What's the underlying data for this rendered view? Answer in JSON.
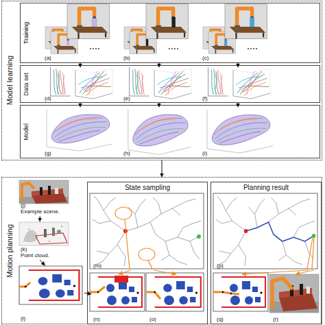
{
  "diagram": {
    "nodes": [
      {
        "text": [
          "Model learning"
        ]
      },
      {
        "text": [
          "Training"
        ],
        "in": 0
      },
      {
        "text": [
          "Data set"
        ],
        "in": 0
      },
      {
        "text": [
          "Model"
        ],
        "in": 0
      },
      {
        "text": [
          "Motion planning"
        ]
      },
      {
        "text": [
          "State sampling"
        ],
        "in": 4
      },
      {
        "text": [
          "Planning result"
        ],
        "in": 4
      },
      {
        "text": [
          "(a)"
        ],
        "in": 1
      },
      {
        "text": [
          "(b)"
        ],
        "in": 1
      },
      {
        "text": [
          "(c)"
        ],
        "in": 1
      },
      {
        "text": [
          "(d)"
        ],
        "in": 2
      },
      {
        "text": [
          "(e)"
        ],
        "in": 2
      },
      {
        "text": [
          "(f)"
        ],
        "in": 2
      },
      {
        "text": [
          "(g)"
        ],
        "in": 3
      },
      {
        "text": [
          "(h)"
        ],
        "in": 3
      },
      {
        "text": [
          "(i)"
        ],
        "in": 3
      },
      {
        "text": [
          "(j)",
          "Example scene."
        ],
        "in": 4
      },
      {
        "text": [
          "(k)",
          "Point cloud."
        ],
        "in": 4
      },
      {
        "text": [
          "(l)"
        ],
        "in": 4
      },
      {
        "text": [
          "(m)"
        ],
        "in": 5
      },
      {
        "text": [
          "(n)"
        ],
        "in": 5
      },
      {
        "text": [
          "(o)"
        ],
        "in": 5
      },
      {
        "text": [
          "(p)"
        ],
        "in": 6
      },
      {
        "text": [
          "(q)"
        ],
        "in": 6
      },
      {
        "text": [
          "(r)"
        ],
        "in": 6
      }
    ],
    "edges": [
      {
        "from": 7,
        "to": 10,
        "arrow": "to"
      },
      {
        "from": 8,
        "to": 11,
        "arrow": "to"
      },
      {
        "from": 9,
        "to": 12,
        "arrow": "to"
      },
      {
        "from": 10,
        "to": 13,
        "arrow": "to"
      },
      {
        "from": 11,
        "to": 14,
        "arrow": "to"
      },
      {
        "from": 12,
        "to": 15,
        "arrow": "to"
      },
      {
        "from": 0,
        "to": 4,
        "arrow": "to"
      },
      {
        "from": 16,
        "to": 17,
        "arrow": "to"
      },
      {
        "from": 17,
        "to": 18,
        "arrow": "to"
      },
      {
        "from": 18,
        "to": 20,
        "arrow": "to"
      },
      {
        "from": 19,
        "to": 20,
        "arrow": "to"
      },
      {
        "from": 19,
        "to": 21,
        "arrow": "to"
      },
      {
        "from": 22,
        "to": 23,
        "arrow": "to"
      },
      {
        "from": 22,
        "to": 24,
        "arrow": "to"
      }
    ]
  }
}
